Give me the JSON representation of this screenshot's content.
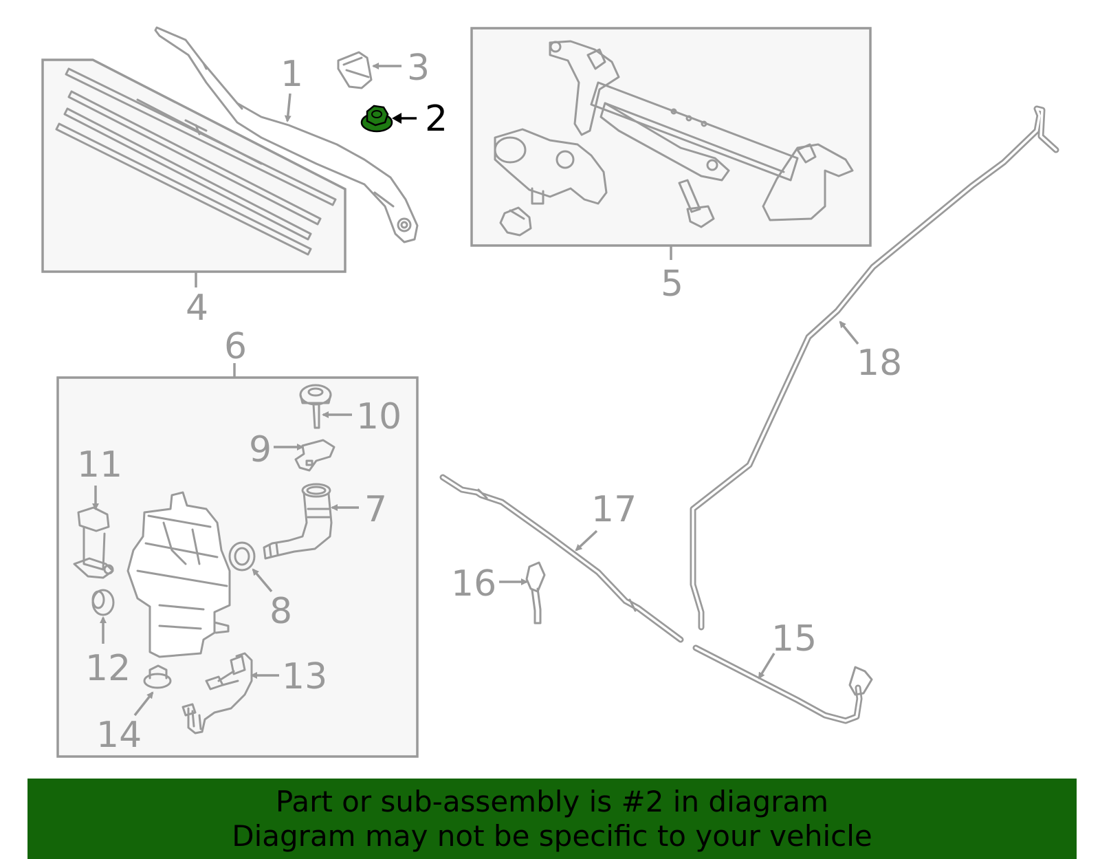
{
  "diagram": {
    "highlighted_part": "2",
    "highlight_color": "#1e7a12",
    "callouts": {
      "c1": "1",
      "c2": "2",
      "c3": "3",
      "c4": "4",
      "c5": "5",
      "c6": "6",
      "c7": "7",
      "c8": "8",
      "c9": "9",
      "c10": "10",
      "c11": "11",
      "c12": "12",
      "c13": "13",
      "c14": "14",
      "c15": "15",
      "c16": "16",
      "c17": "17",
      "c18": "18"
    }
  },
  "banner": {
    "line1": "Part or sub-assembly is #2 in diagram",
    "line2": "Diagram may not be specific to your vehicle",
    "background": "#136508"
  }
}
